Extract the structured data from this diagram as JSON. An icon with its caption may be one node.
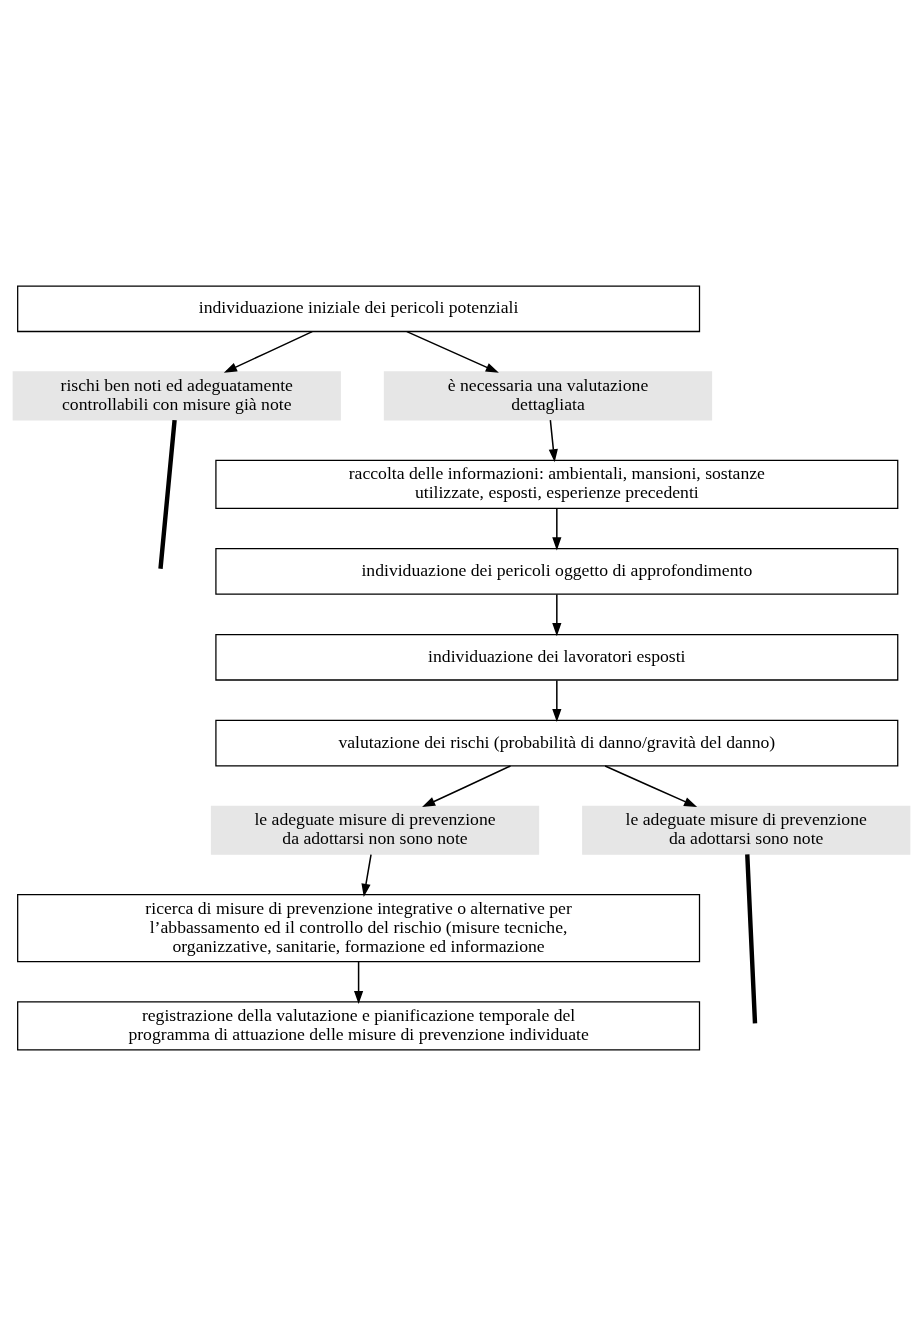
{
  "diagram": {
    "nodes": [
      {
        "text": [
          "individuazione iniziale dei pericoli potenziali"
        ]
      },
      {
        "text": [
          "rischi ben noti ed adeguatamente controllabili con misure già note"
        ]
      },
      {
        "text": [
          "è necessaria una valutazione dettagliata"
        ]
      },
      {
        "text": [
          "raccolta delle informazioni: ambientali, mansioni, sostanze utilizzate, esposti, esperienze precedenti"
        ]
      },
      {
        "text": [
          "individuazione dei pericoli oggetto di approfondimento"
        ]
      },
      {
        "text": [
          "individuazione dei lavoratori esposti"
        ]
      },
      {
        "text": [
          "valutazione dei rischi (probabilità di danno/gravità del danno)"
        ]
      },
      {
        "text": [
          "le adeguate misure di prevenzione da adottarsi non sono note"
        ]
      },
      {
        "text": [
          "le adeguate misure di prevenzione da adottarsi sono note"
        ]
      },
      {
        "text": [
          "ricerca di misure di prevenzione integrative o alternative per l’abbassamento ed il controllo del rischio (misure tecniche, organizzative, sanitarie, formazione ed informazione"
        ]
      },
      {
        "text": [
          "registrazione della valutazione e pianificazione temporale del programma di attuazione delle misure di prevenzione individuate"
        ]
      }
    ],
    "edges": [
      {
        "from": 0,
        "to": 1,
        "arrow": "to"
      },
      {
        "from": 0,
        "to": 2,
        "arrow": "to"
      },
      {
        "from": 2,
        "to": 3,
        "arrow": "to"
      },
      {
        "from": 3,
        "to": 4,
        "arrow": "to"
      },
      {
        "from": 4,
        "to": 5,
        "arrow": "to"
      },
      {
        "from": 5,
        "to": 6,
        "arrow": "to"
      },
      {
        "from": 6,
        "to": 7,
        "arrow": "to"
      },
      {
        "from": 6,
        "to": 8,
        "arrow": "to"
      },
      {
        "from": 7,
        "to": 9,
        "arrow": "to"
      },
      {
        "from": 9,
        "to": 10,
        "arrow": "to"
      },
      {
        "from": 1,
        "to": null,
        "arrow": "none",
        "style": "thick"
      },
      {
        "from": 8,
        "to": null,
        "arrow": "none",
        "style": "thick"
      }
    ]
  }
}
